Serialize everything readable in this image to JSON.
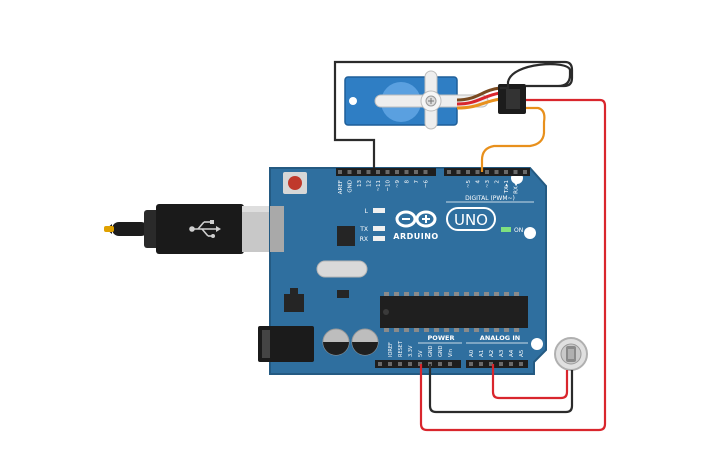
{
  "board": {
    "brand": "ARDUINO",
    "model": "UNO",
    "on_label": "ON",
    "l_label": "L",
    "tx_label": "TX",
    "rx_label": "RX",
    "digital_header": "DIGITAL (PWM~)",
    "digital_pins": [
      "AREF",
      "GND",
      "13",
      "12",
      "~11",
      "~10",
      "~9",
      "8",
      "7",
      "~6",
      "~5",
      "4",
      "~3",
      "2",
      "TX▸1",
      "RX◂0"
    ],
    "power_header": "POWER",
    "power_pins": [
      "IOREF",
      "RESET",
      "3.3V",
      "5V",
      "GND",
      "GND",
      "Vin"
    ],
    "analog_header": "ANALOG IN",
    "analog_pins": [
      "A0",
      "A1",
      "A2",
      "A3",
      "A4",
      "A5"
    ],
    "colors": {
      "pcb": "#2f6f9f",
      "pcb_dark": "#245a82",
      "header": "#1e1e1e",
      "chip": "#252525"
    }
  },
  "components": [
    "usb-cable",
    "servo-motor",
    "potentiometer",
    "power-jack"
  ],
  "wires": [
    {
      "name": "servo-ground-wire",
      "color": "#2b2b2b",
      "from": "servo",
      "to": "GND"
    },
    {
      "name": "servo-signal-wire",
      "color": "#e8901c",
      "from": "servo",
      "to": "~3"
    },
    {
      "name": "servo-power-wire",
      "color": "#d9262d",
      "from": "servo",
      "to": "5V"
    },
    {
      "name": "pot-ground-wire",
      "color": "#2b2b2b",
      "from": "potentiometer",
      "to": "GND"
    },
    {
      "name": "pot-signal-wire",
      "color": "#d9262d",
      "from": "potentiometer",
      "to": "A2"
    }
  ]
}
